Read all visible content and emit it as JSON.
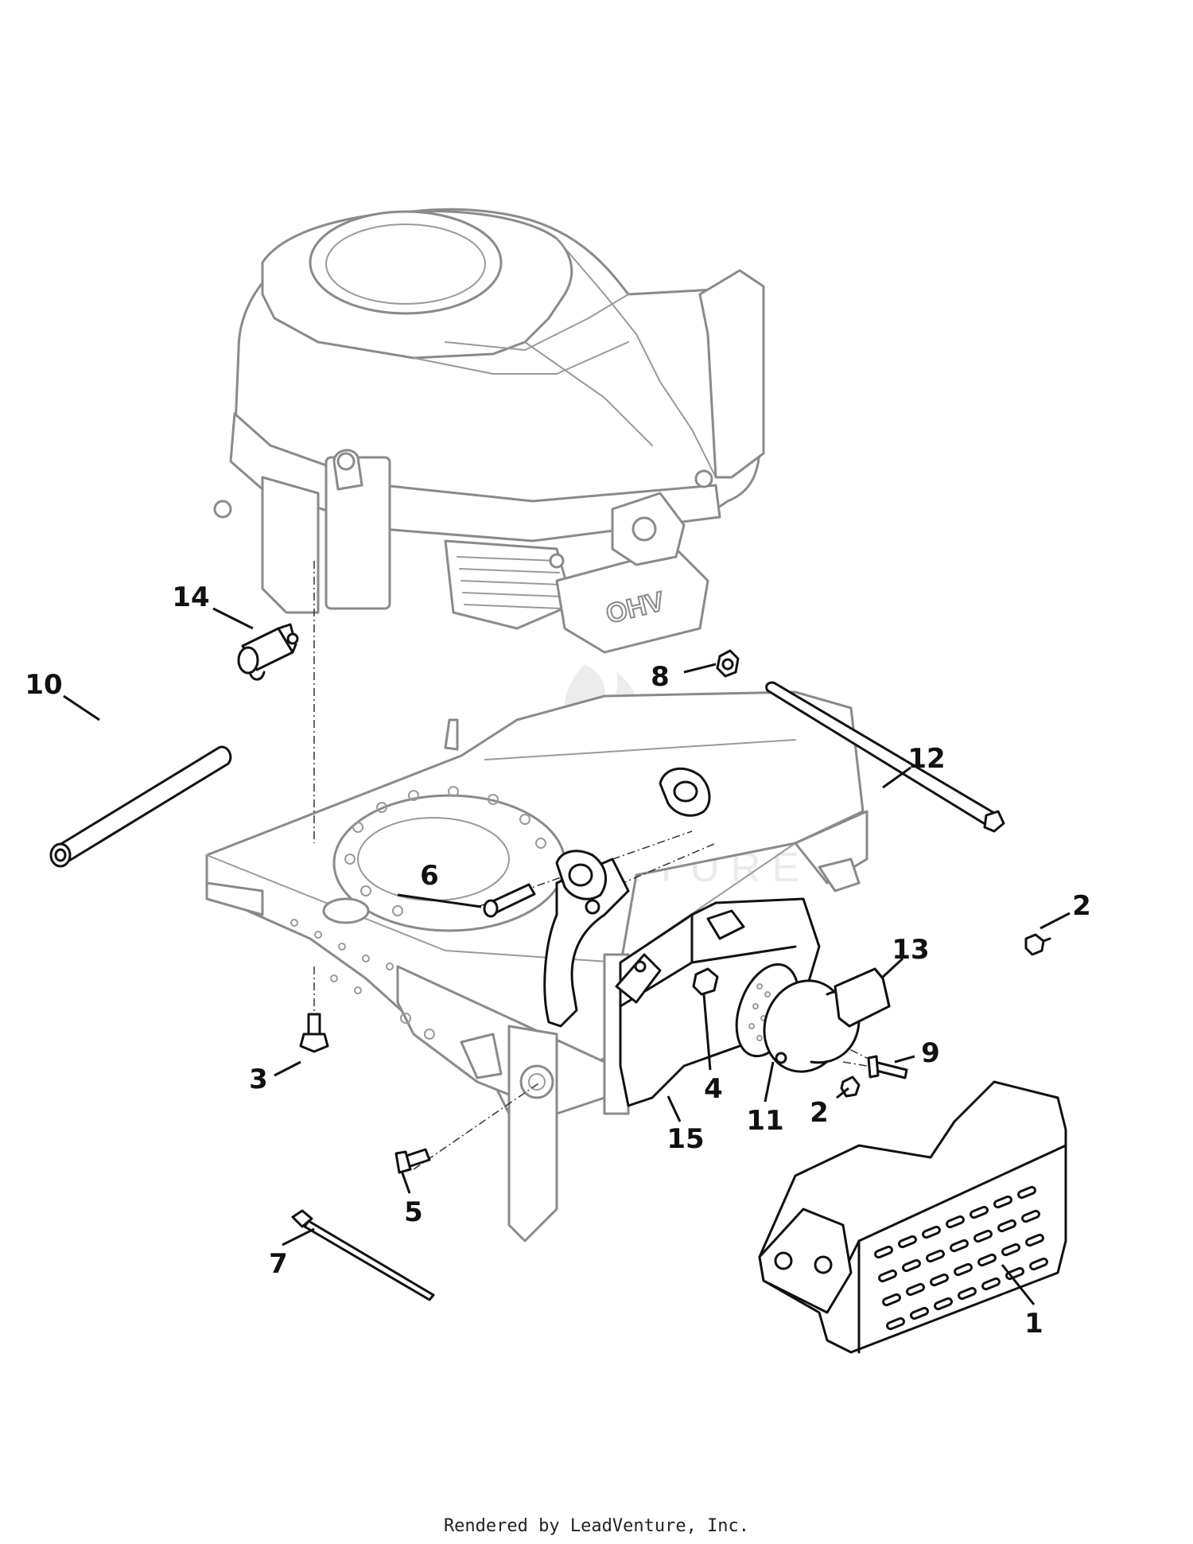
{
  "footer": {
    "text": "Rendered by LeadVenture, Inc."
  },
  "watermark": {
    "text": "LEADVENTURE"
  },
  "engine": {
    "badge": "OHV"
  },
  "callouts": [
    {
      "id": "1",
      "label": "1"
    },
    {
      "id": "2a",
      "label": "2"
    },
    {
      "id": "2b",
      "label": "2"
    },
    {
      "id": "3",
      "label": "3"
    },
    {
      "id": "4",
      "label": "4"
    },
    {
      "id": "5",
      "label": "5"
    },
    {
      "id": "6",
      "label": "6"
    },
    {
      "id": "7",
      "label": "7"
    },
    {
      "id": "8",
      "label": "8"
    },
    {
      "id": "9",
      "label": "9"
    },
    {
      "id": "10",
      "label": "10"
    },
    {
      "id": "11",
      "label": "11"
    },
    {
      "id": "12",
      "label": "12"
    },
    {
      "id": "13",
      "label": "13"
    },
    {
      "id": "14",
      "label": "14"
    },
    {
      "id": "15",
      "label": "15"
    }
  ]
}
